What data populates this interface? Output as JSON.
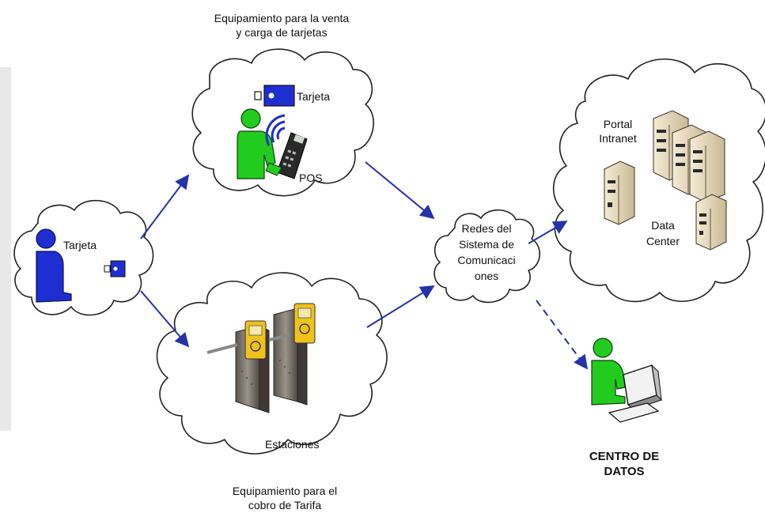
{
  "labels": {
    "sales_caption": "Equipamiento para la venta y carga de tarjetas",
    "tarjeta_top": "Tarjeta",
    "pos": "POS",
    "tarjeta_left": "Tarjeta",
    "redes": "Redes del Sistema de Comunicaci ones",
    "portal_intranet": "Portal Intranet",
    "data_center": "Data Center",
    "estaciones": "Estaciones",
    "fare_caption": "Equipamiento para el cobro de Tarifa",
    "centro_datos": "CENTRO DE DATOS"
  },
  "colors": {
    "arrow": "#2433a8",
    "person_green": "#22cc1e",
    "person_blue": "#1f2ed0",
    "card_blue": "#1f2ed0",
    "server_beige": "#e9dcc0",
    "turnstile_gray": "#7a746c",
    "validator_yellow": "#f0c21a"
  },
  "icons": [
    "person-icon",
    "card-icon",
    "pos-terminal-icon",
    "wireless-signal-icon",
    "server-icon",
    "turnstile-icon",
    "computer-icon"
  ]
}
